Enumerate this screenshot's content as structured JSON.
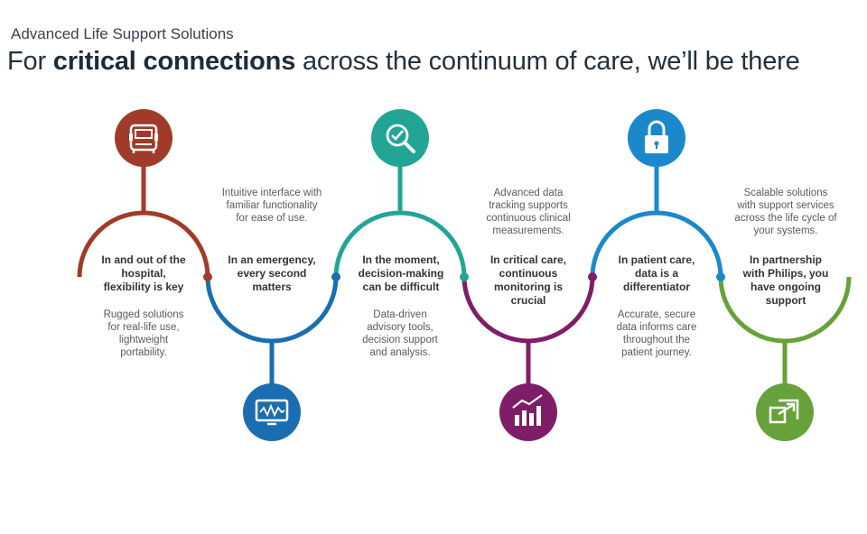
{
  "header": {
    "subtitle": "Advanced Life Support Solutions",
    "headline_pre": "For ",
    "headline_bold": "critical connections",
    "headline_post": " across the continuum of care, we’ll be there"
  },
  "colors": {
    "red": "#a03b2a",
    "blue": "#1a6eb0",
    "teal": "#23a596",
    "purple": "#7e1e69",
    "lightblue": "#1b88cb",
    "green": "#67a13a"
  },
  "stages": [
    {
      "color": "red",
      "icon": "monitor-device-icon",
      "headline": "In and out of the hospital, flexibility is key",
      "detail": "Rugged solutions for real-life use, lightweight portability."
    },
    {
      "color": "blue",
      "icon": "waveform-screen-icon",
      "headline": "In an emergency, every second matters",
      "detail": "Intuitive interface with familiar functionality for ease of use."
    },
    {
      "color": "teal",
      "icon": "magnifier-check-icon",
      "headline": "In the moment, decision-making can be difficult",
      "detail": "Data-driven advisory tools, decision support and analysis."
    },
    {
      "color": "purple",
      "icon": "bar-chart-icon",
      "headline": "In critical care, continuous monitoring is crucial",
      "detail": "Advanced data tracking supports continuous clinical measurements."
    },
    {
      "color": "lightblue",
      "icon": "padlock-icon",
      "headline": "In patient care, data is a differentiator",
      "detail": "Accurate, secure data informs care throughout the patient journey."
    },
    {
      "color": "green",
      "icon": "expand-arrow-icon",
      "headline": "In partnership with Philips, you have ongoing support",
      "detail": "Scalable solutions with support services across the life cycle of your systems."
    }
  ]
}
